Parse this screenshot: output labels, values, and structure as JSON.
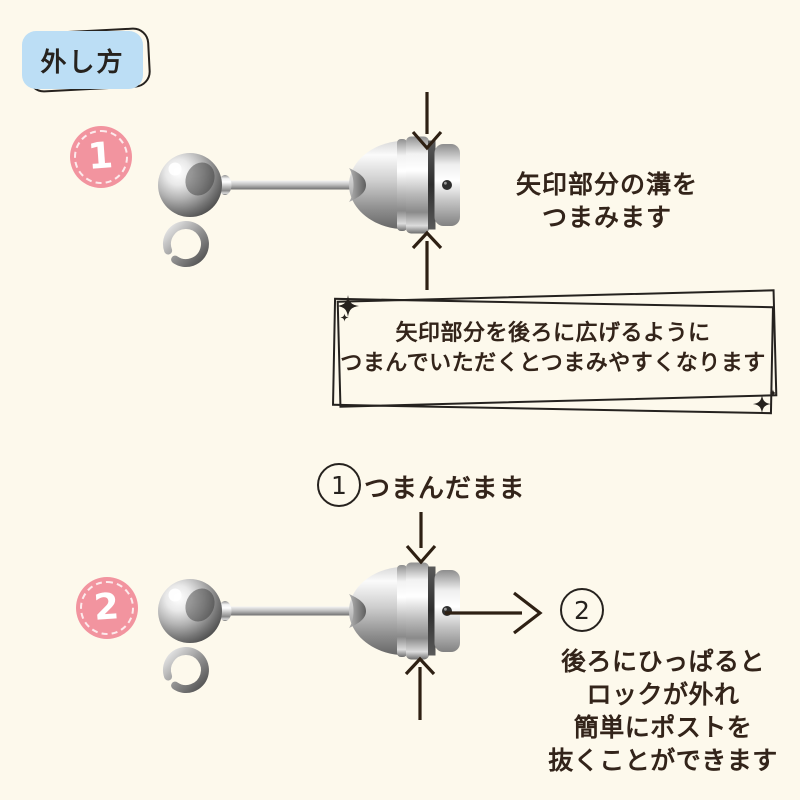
{
  "badge": {
    "label": "外し方"
  },
  "step1": {
    "number": "1",
    "line1": "矢印部分の溝を",
    "line2": "つまみます"
  },
  "note": {
    "line1": "矢印部分を後ろに広げるように",
    "line2": "つまんでいただくとつまみやすくなります"
  },
  "step2": {
    "number": "2",
    "hold_step_number": "1",
    "hold_label": "つまんだまま",
    "result_number": "2",
    "result_line1": "後ろにひっぱると",
    "result_line2": "ロックが外れ",
    "result_line3": "簡単にポストを",
    "result_line4": "抜くことができます"
  },
  "icons": {
    "sparkle": "✦",
    "pinch_arrow_down": "↓",
    "pinch_arrow_up": "↑",
    "pull_arrow_right": "→"
  },
  "colors": {
    "background": "#FDF9EC",
    "text": "#33241A",
    "arrow": "#2E2013",
    "step_circle_pink": "#F2949F",
    "badge_blue": "#BCDEF5",
    "outline_dark": "#26221E"
  }
}
